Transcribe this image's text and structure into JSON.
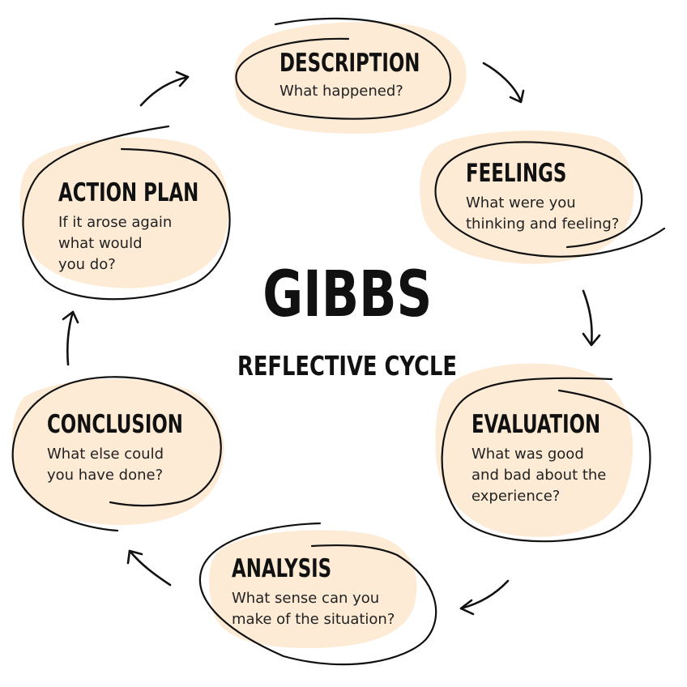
{
  "center": {
    "title": "GIBBS",
    "subtitle": "REFLECTIVE CYCLE"
  },
  "colors": {
    "blob": "#fdebd6",
    "ink": "#111111"
  },
  "stages": [
    {
      "id": "description",
      "title": "DESCRIPTION",
      "lines": [
        "What happened?"
      ]
    },
    {
      "id": "feelings",
      "title": "FEELINGS",
      "lines": [
        "What were you",
        "thinking and feeling?"
      ]
    },
    {
      "id": "evaluation",
      "title": "EVALUATION",
      "lines": [
        "What was good",
        "and bad about the",
        "experience?"
      ]
    },
    {
      "id": "analysis",
      "title": "ANALYSIS",
      "lines": [
        "What sense can you",
        "make of the situation?"
      ]
    },
    {
      "id": "conclusion",
      "title": "CONCLUSION",
      "lines": [
        "What else could",
        "you have done?"
      ]
    },
    {
      "id": "action-plan",
      "title": "ACTION PLAN",
      "lines": [
        "If it arose again",
        "what would",
        "you do?"
      ]
    }
  ],
  "arrows": [
    {
      "from": "description",
      "to": "feelings",
      "icon": "arrow-curved-down-right"
    },
    {
      "from": "feelings",
      "to": "evaluation",
      "icon": "arrow-down"
    },
    {
      "from": "evaluation",
      "to": "analysis",
      "icon": "arrow-curved-down-left"
    },
    {
      "from": "analysis",
      "to": "conclusion",
      "icon": "arrow-curved-up-left"
    },
    {
      "from": "conclusion",
      "to": "action-plan",
      "icon": "arrow-up"
    },
    {
      "from": "action-plan",
      "to": "description",
      "icon": "arrow-curved-up-right"
    }
  ]
}
